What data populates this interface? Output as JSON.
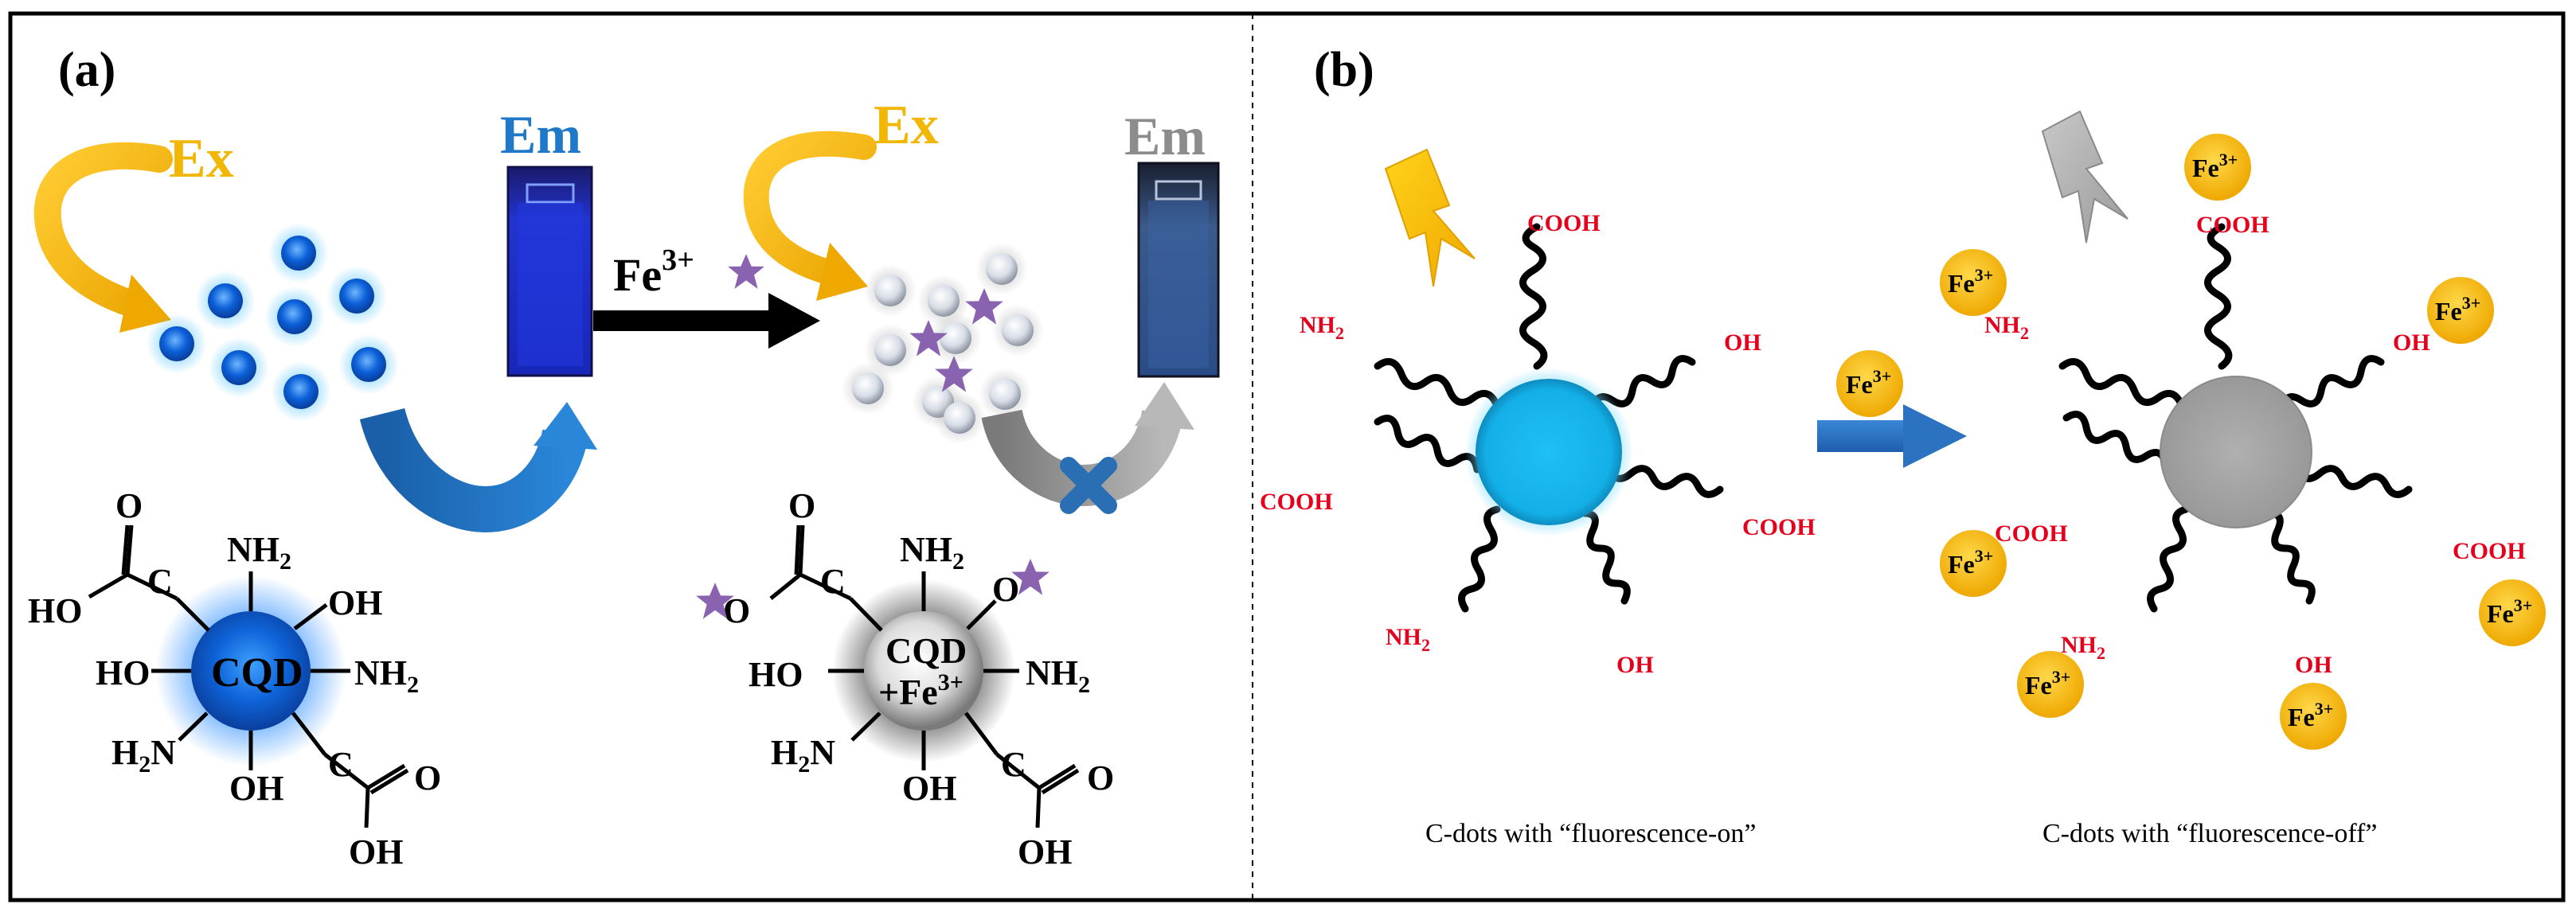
{
  "panel_a": {
    "tag": "(a)",
    "ex_left": "Ex",
    "em_left": "Em",
    "fe_base": "Fe",
    "fe_sup": "3+",
    "ex_right": "Ex",
    "em_right": "Em",
    "cqd": {
      "core": "CQD",
      "nh2": "NH",
      "oh": "OH",
      "ho": "HO",
      "h2n": "N",
      "c": "C",
      "o": "O",
      "sub": "2"
    },
    "cqd_fe": {
      "line1": "CQD",
      "line2": "+Fe",
      "sup": "3+"
    }
  },
  "panel_b": {
    "tag": "(b)",
    "cooh": "COOH",
    "nh2": "NH",
    "sub": "2",
    "oh": "OH",
    "fe": "Fe",
    "fe_sup": "3+",
    "caption_on": "C-dots with “fluorescence-on”",
    "caption_off": "C-dots with “fluorescence-off”"
  },
  "colors": {
    "ex_yellow": "#f2b705",
    "em_blue": "#1f78c8",
    "em_gray": "#8c8c8c",
    "label_red": "#e5001c",
    "dot_blue": "#18b6ea",
    "dot_gray": "#a8a8a8",
    "fe_gold": "#f5b800",
    "star_purple": "#8a63b0",
    "arrow_blue": "#2b72c0"
  }
}
